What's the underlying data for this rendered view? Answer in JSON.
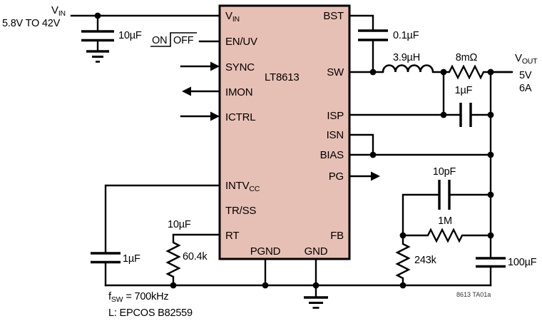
{
  "colors": {
    "ic_fill": "#e7c0b5",
    "ic_border": "#000000",
    "wire": "#000000"
  },
  "input": {
    "label_main": "V",
    "label_sub": "IN",
    "range": "5.8V TO 42V",
    "cap_value": "10µF",
    "on_label": "ON",
    "off_label": "OFF"
  },
  "ic": {
    "part_number": "LT8613",
    "pins": {
      "vin_main": "V",
      "vin_sub": "IN",
      "en_uv": "EN/UV",
      "sync": "SYNC",
      "imon": "IMON",
      "ictrl": "ICTRL",
      "intvcc_main": "INTV",
      "intvcc_sub": "CC",
      "tr_ss": "TR/SS",
      "rt": "RT",
      "bst": "BST",
      "sw": "SW",
      "isp": "ISP",
      "isn": "ISN",
      "bias": "BIAS",
      "pg": "PG",
      "fb": "FB",
      "pgnd": "PGND",
      "gnd": "GND"
    }
  },
  "power": {
    "bst_cap": "0.1µF",
    "inductor": "3.9µH",
    "sense_res": "8mΩ",
    "sense_cap": "1µF"
  },
  "output": {
    "label_main": "V",
    "label_sub": "OUT",
    "voltage": "5V",
    "current": "6A",
    "cap_value": "100µF"
  },
  "feedback": {
    "ff_cap": "10pF",
    "r_top": "1M",
    "r_bottom": "243k"
  },
  "bias_components": {
    "intvcc_cap": "1µF",
    "rt_note": "10µF",
    "rt_res": "60.4k"
  },
  "notes": {
    "fsw_prefix": "f",
    "fsw_sub": "SW",
    "fsw_value": "= 700kHz",
    "inductor_note": "L: EPCOS B82559",
    "figure_id": "8613 TA01a"
  }
}
